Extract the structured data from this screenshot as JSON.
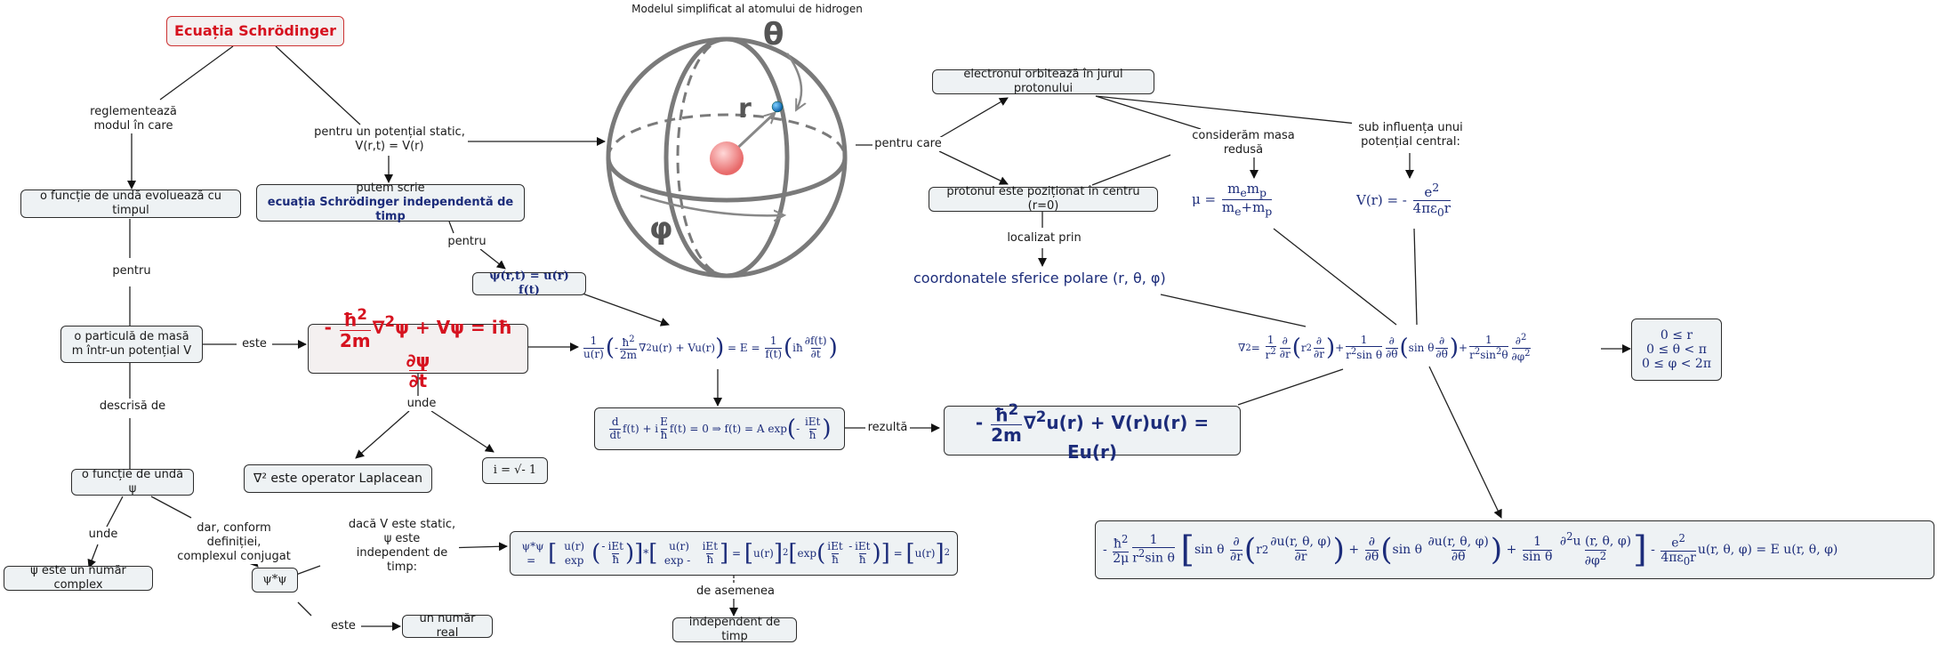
{
  "title": "Ecuația Schrödinger",
  "atom_caption": "Modelul simplificat al atomului de hidrogen",
  "atom_labels": {
    "theta": "θ",
    "phi": "φ",
    "r": "r"
  },
  "nodes": {
    "wave_evolves": "o funcție de undă evoluează cu timpul",
    "particle": "o particulă de masă m într-un potențial V",
    "wave_psi": "o funcție de undă ψ",
    "psi_complex": "ψ este un număr complex",
    "psi_star_psi": "ψ*ψ",
    "real_number": "un număr real",
    "we_can_write_1": "putem scrie",
    "we_can_write_2": "ecuația Schrödinger independentă de timp",
    "psi_sep": "ψ(r,t) = u(r) f(t)",
    "laplacean": "∇² este operator Laplacean",
    "i_def": "i = √- 1",
    "time_indep": "independent de timp",
    "electron_orbits": "electronul orbitează în jurul protonului",
    "proton_center": "protonul este poziționat în centru (r=0)",
    "coords": "coordonatele sferice polare (r, θ, φ)",
    "ranges": [
      "0 ≤ r",
      "0 ≤ θ < π",
      "0 ≤ φ < 2π"
    ]
  },
  "edge_labels": {
    "regulates": "reglementează modul în care",
    "static_potential": "pentru un potențial static, V(r,t) = V(r)",
    "for1": "pentru",
    "for2": "pentru",
    "is1": "este",
    "described_by": "descrisă de",
    "where1": "unde",
    "where2": "unde",
    "but_conj": "dar, conform definiției, complexul conjugat",
    "if_static": "dacă V este static, ψ este independent de timp:",
    "is2": "este",
    "also": "de asemenea",
    "results": "rezultă",
    "for_which": "pentru care",
    "localized": "localizat prin",
    "reduced_mass": "considerăm masa redusă",
    "central_potential": "sub influența unui potențial central:"
  },
  "equations": {
    "schrodinger_td": "- ħ²/2m ∇²ψ + Vψ = iħ ∂ψ/∂t",
    "separated": "1/u(r) (- ħ²/2m ∇²u(r) + Vu(r)) = E = 1/f(t) (iħ ∂f(t)/∂t)",
    "time_part": "d/dt f(t) + i E/ħ f(t) = 0 ⇒ f(t) = A exp(- iEt/ħ)",
    "schrodinger_ti": "- ħ²/2m ∇²u(r) + V(r)u(r) = Eu(r)",
    "psi_star": "ψ*ψ = [u(r) exp(- iEt/ħ)]*[u(r) exp - iEt/ħ] = [u(r)]²[exp(iEt/ħ - iEt/ħ)] = [u(r)]²",
    "reduced_mass": "μ = mₑmₚ / (mₑ + mₚ)",
    "coulomb": "V(r) = - e² / 4πε₀r",
    "laplacian_spherical": "∇² = 1/r² ∂/∂r (r² ∂/∂r) + 1/(r² sin θ) ∂/∂θ (sin θ ∂/∂θ) + 1/(r² sin²θ) ∂²/∂φ²",
    "radial_full": "- ħ²/2μ 1/(r² sin θ) [sin θ ∂/∂r (r² ∂u(r, θ, φ)/∂r) + ∂/∂θ (sin θ ∂u(r, θ, φ)/∂θ) + 1/sin θ ∂²u(r, θ, φ)/∂φ²] - e²/4πε₀r u(r, θ, φ) = E u(r, θ, φ)"
  },
  "colors": {
    "title_red": "#d6121f",
    "navy": "#1c2c7a",
    "box_fill": "#eef2f4",
    "sphere": "#777777"
  }
}
